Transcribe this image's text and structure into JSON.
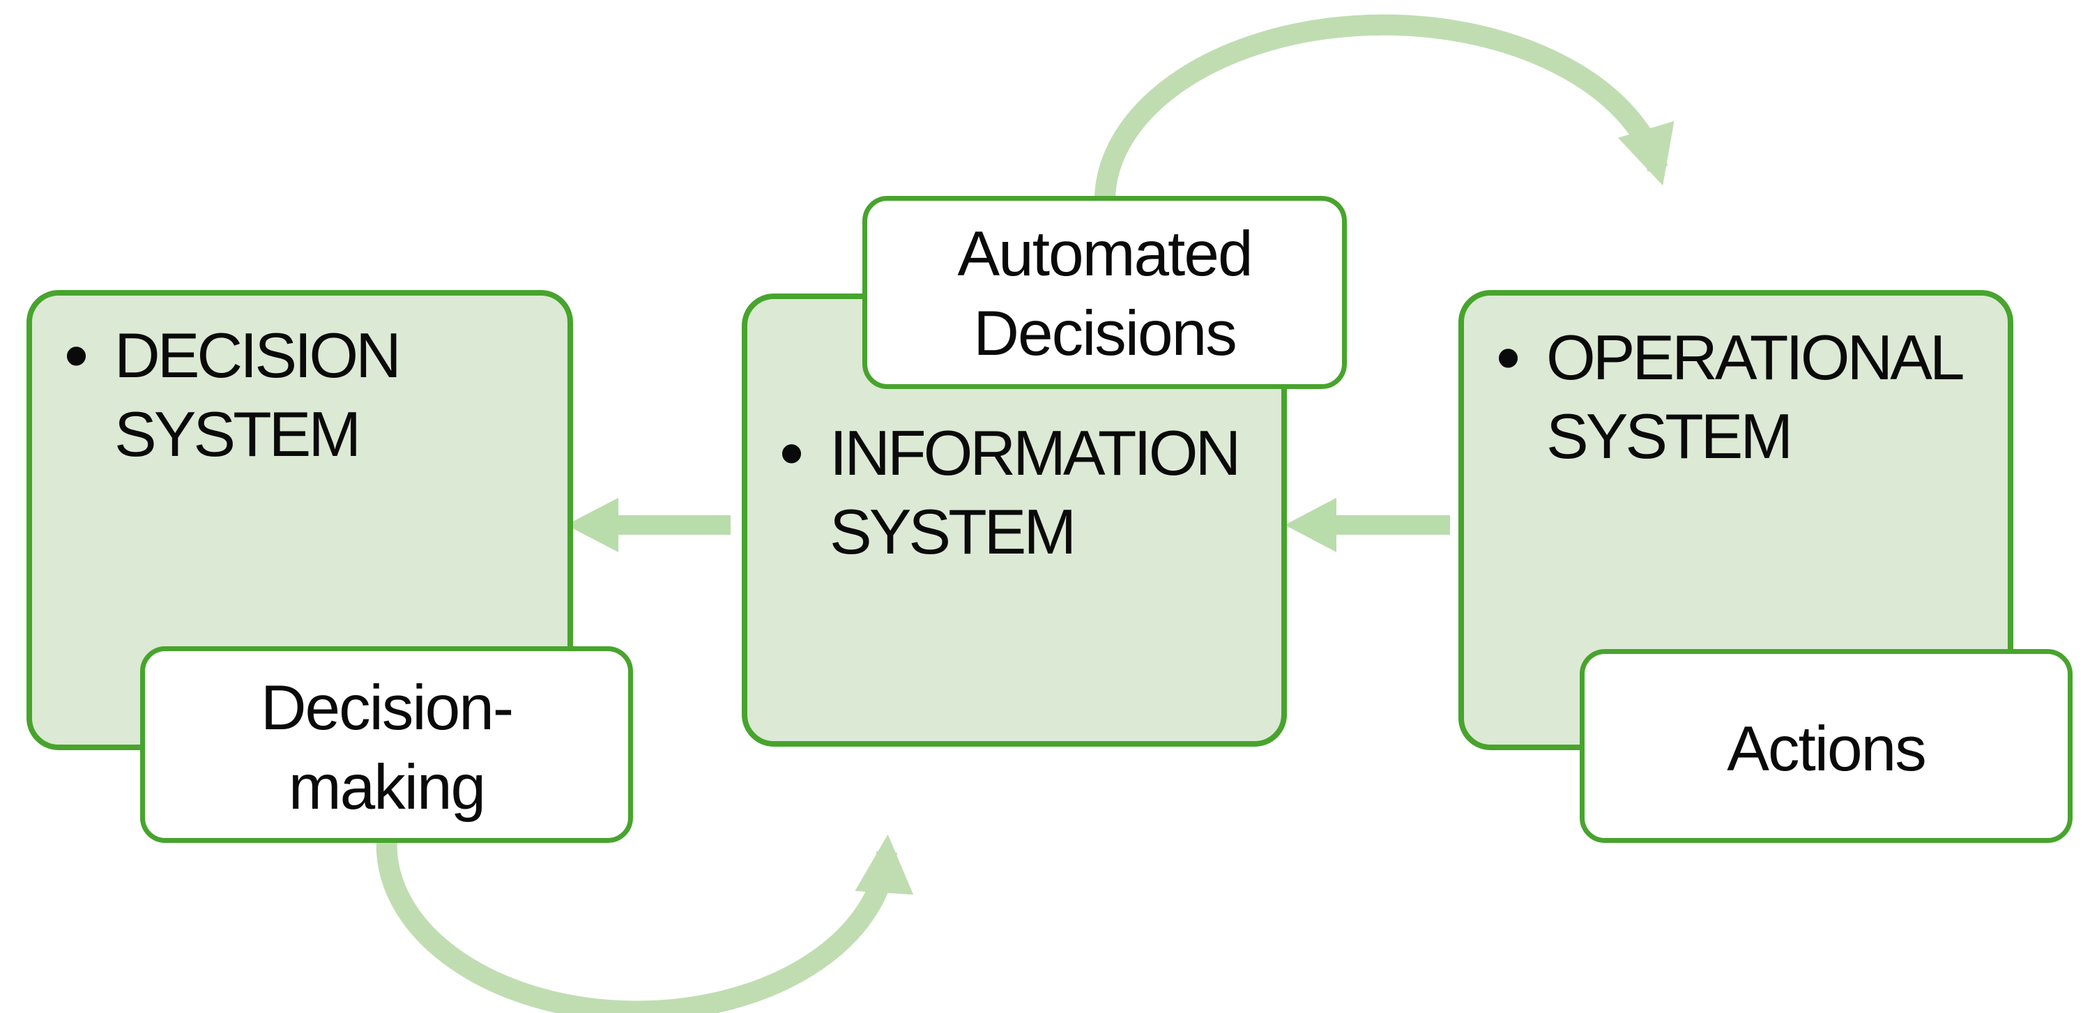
{
  "diagram": {
    "bullet": "•",
    "boxes": {
      "decision": {
        "line1": "DECISION",
        "line2": "SYSTEM"
      },
      "information": {
        "line1": "INFORMATION",
        "line2": "SYSTEM"
      },
      "operational": {
        "line1": "OPERATIONAL",
        "line2": "SYSTEM"
      },
      "automated_decisions": {
        "line1": "Automated",
        "line2": "Decisions"
      },
      "decision_making": {
        "line1": "Decision-",
        "line2": "making"
      },
      "actions": {
        "label": "Actions"
      }
    },
    "colors": {
      "bg": "#ffffff",
      "box_fill": "#dce9d4",
      "box_border": "#47a42d",
      "arrow_fill": "#b9dcab",
      "arc_stroke": "#c0ddb1",
      "text_color": "#0a0a0a"
    }
  }
}
